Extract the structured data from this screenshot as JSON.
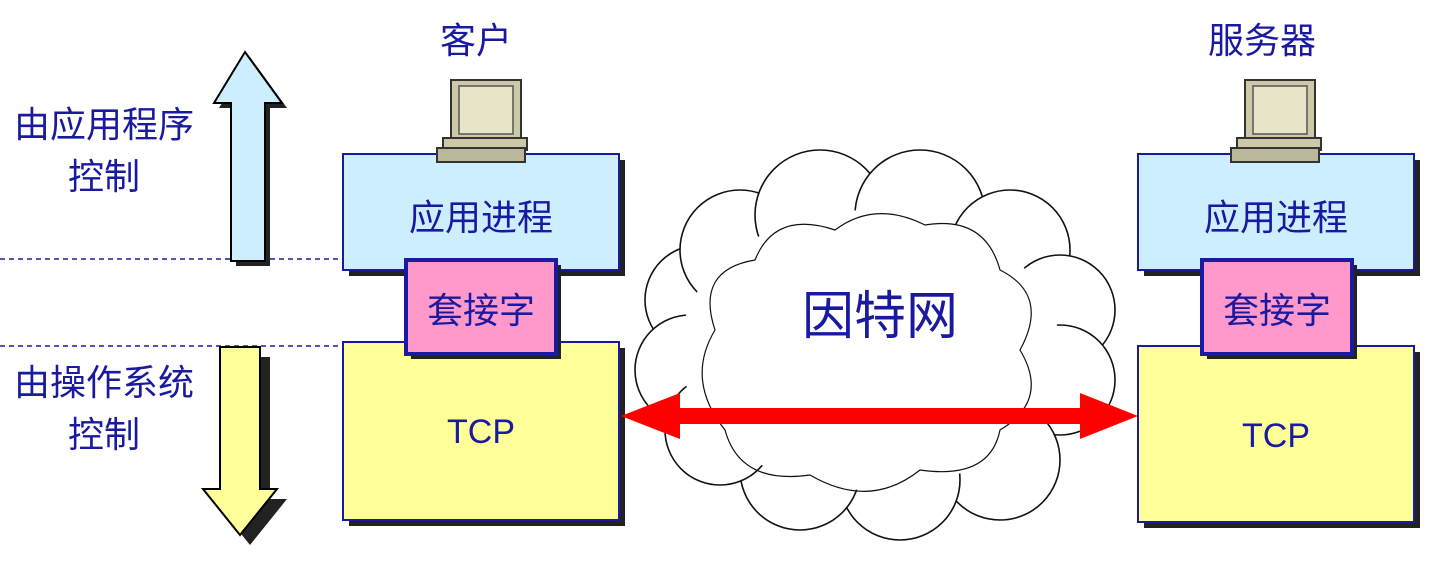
{
  "client_title": "客户",
  "server_title": "服务器",
  "app_control_label": "由应用程序\n控制",
  "os_control_label": "由操作系统\n控制",
  "app_process_label": "应用进程",
  "socket_label": "套接字",
  "tcp_label": "TCP",
  "internet_label": "因特网",
  "colors": {
    "text": "#1a1aa0",
    "app_box": "#cceeff",
    "socket_box": "#ff99cc",
    "tcp_box": "#ffff99",
    "arrow_up": "#cceeff",
    "arrow_down": "#ffff99",
    "connection": "#ff0000"
  },
  "icons": [
    "computer-icon"
  ]
}
